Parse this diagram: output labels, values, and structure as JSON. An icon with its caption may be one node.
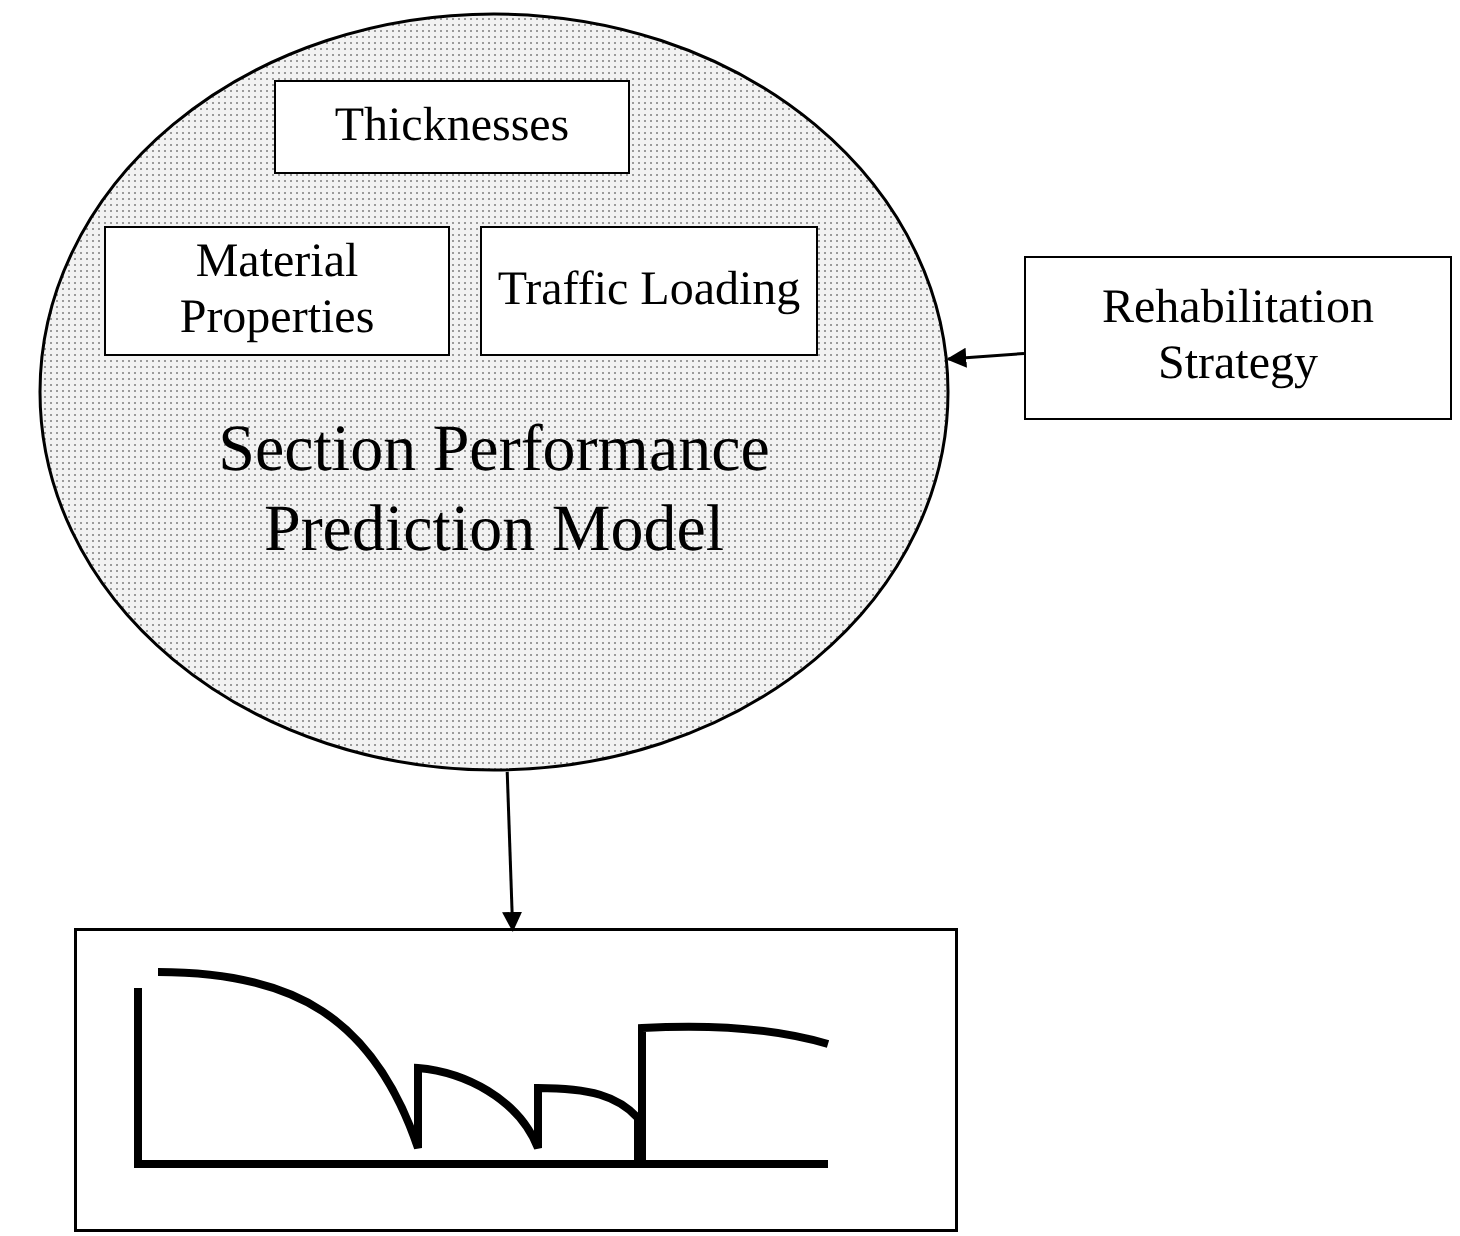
{
  "diagram": {
    "nodes": [
      {
        "text": [
          "Section Performance Prediction Model"
        ]
      },
      {
        "text": [
          "Thicknesses"
        ],
        "in": 0
      },
      {
        "text": [
          "Material Properties"
        ],
        "in": 0
      },
      {
        "text": [
          "Traffic Loading"
        ],
        "in": 0
      },
      {
        "text": [
          "Rehabilitation Strategy"
        ]
      },
      {
        "text": [],
        "shape": "picture"
      }
    ],
    "edges": [
      {
        "from": 4,
        "to": 0,
        "arrow": "to"
      },
      {
        "from": 0,
        "to": 5,
        "arrow": "to"
      }
    ]
  }
}
